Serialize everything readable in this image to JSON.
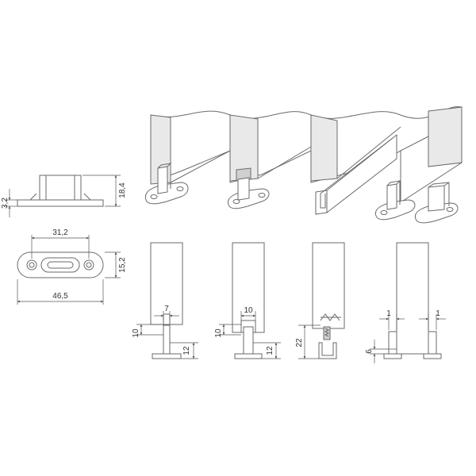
{
  "dimensions": {
    "guide_height": "18,4",
    "base_thickness": "3,2",
    "hole_spacing": "31,2",
    "base_width": "15,2",
    "base_length": "46,5",
    "slot_a": "7",
    "slot_b": "10",
    "groove_depth_a": "10",
    "guide_length_a": "12",
    "groove_depth_b": "10",
    "guide_length_b": "12",
    "channel_height": "22",
    "clearance_left": "1",
    "clearance_right": "1",
    "offset": "6"
  },
  "colors": {
    "line": "#6a6a6a",
    "panel_fill": "#e9e9e9",
    "background": "#ffffff"
  }
}
